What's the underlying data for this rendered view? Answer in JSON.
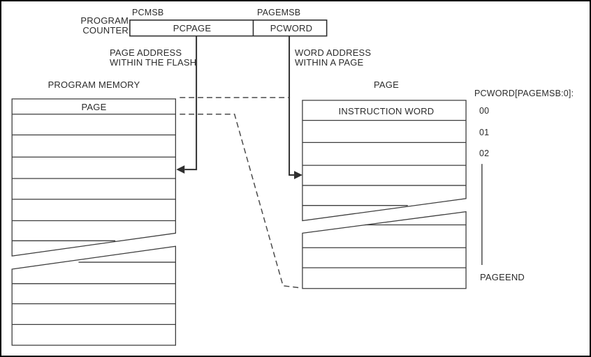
{
  "program_counter": {
    "label_line1": "PROGRAM",
    "label_line2": "COUNTER",
    "pcmsb": "PCMSB",
    "pagemsb": "PAGEMSB",
    "pcpage": "PCPAGE",
    "pcword": "PCWORD"
  },
  "annotations": {
    "page_address_line1": "PAGE ADDRESS",
    "page_address_line2": "WITHIN THE FLASH",
    "word_address_line1": "WORD ADDRESS",
    "word_address_line2": "WITHIN A PAGE"
  },
  "program_memory_table": {
    "title": "PROGRAM MEMORY",
    "first_row_label": "PAGE"
  },
  "page_table": {
    "title": "PAGE",
    "first_row_label": "INSTRUCTION WORD"
  },
  "word_index": {
    "header": "PCWORD[PAGEMSB:0]:",
    "indices": [
      "00",
      "01",
      "02"
    ],
    "end_label": "PAGEEND"
  },
  "colors": {
    "background": "#ffffff",
    "frame": "#000000",
    "table_line": "#3d3d3d",
    "arrow_line": "#2f2f2f",
    "dashed_line": "#4a4a4a",
    "text": "#2b2b2b"
  }
}
